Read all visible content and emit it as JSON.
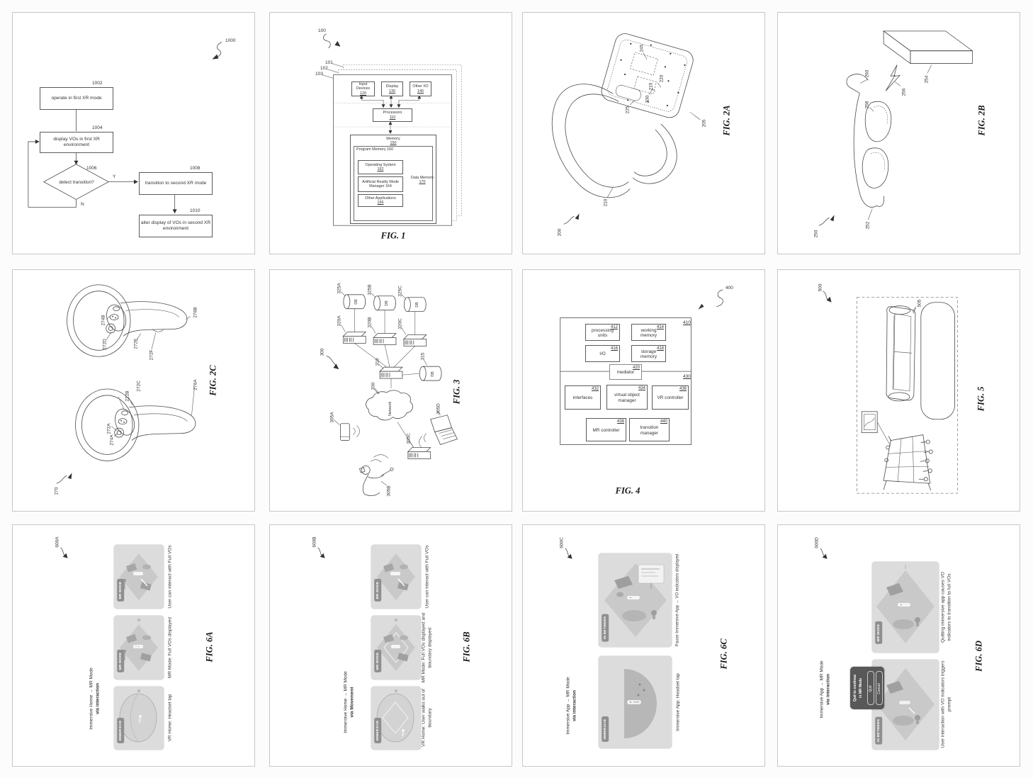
{
  "flowchart": {
    "ref": "1000",
    "yes": "Y",
    "no": "N",
    "steps": {
      "s1002": {
        "num": "1002",
        "label": "operate in first XR mode"
      },
      "s1004": {
        "num": "1004",
        "label": "display VOs in first XR environment"
      },
      "s1006": {
        "num": "1006",
        "label": "detect transition?"
      },
      "s1008": {
        "num": "1008",
        "label": "transition to second XR mode"
      },
      "s1010": {
        "num": "1010",
        "label": "alter display of VOs in second XR environment"
      }
    }
  },
  "fig1": {
    "caption": "FIG. 1",
    "ref": "100",
    "pages": {
      "p1": "101",
      "p2": "102",
      "p3": "103"
    },
    "input_label": "Input Devices",
    "input_num": "120",
    "display_label": "Display",
    "display_num": "130",
    "otherio_label": "Other I/O",
    "otherio_num": "140",
    "proc_label": "Processors",
    "proc_num": "110",
    "memory_label": "Memory",
    "memory_num": "150",
    "program_memory": "Program Memory 160",
    "os_label": "Operating System",
    "os_num": "162",
    "armm": "Artificial Reality Mode Manager 164",
    "apps_label": "Other Applications",
    "apps_num": "166",
    "data_label": "Data Memory",
    "data_num": "170"
  },
  "fig2a": {
    "caption": "FIG. 2A",
    "ref": "200",
    "n205": "205",
    "n210": "210",
    "n215": "215",
    "n220": "220",
    "n225": "225",
    "n230": "230",
    "n245": "245"
  },
  "fig2b": {
    "caption": "FIG. 2B",
    "ref": "250",
    "n252": "252",
    "n254": "254",
    "n256": "256",
    "n258": "258",
    "n260": "260"
  },
  "fig2c": {
    "caption": "FIG. 2C",
    "ref": "270",
    "n272a": "272A",
    "n272b": "272B",
    "n272c": "272C",
    "n272d": "272D",
    "n272e": "272E",
    "n272f": "272F",
    "n274a": "274A",
    "n274b": "274B",
    "n276a": "276A",
    "n276b": "276B"
  },
  "fig3": {
    "caption": "FIG. 3",
    "ref": "300",
    "network": "Network",
    "db": "DB",
    "n305a": "305A",
    "n305b": "305B",
    "n305c": "305C",
    "n305d": "305D",
    "n310": "310",
    "n315": "315",
    "n320a": "320A",
    "n320b": "320B",
    "n320c": "320C",
    "n325a": "325A",
    "n325b": "325B",
    "n325c": "325C",
    "n330": "330"
  },
  "fig4": {
    "caption": "FIG. 4",
    "ref": "400",
    "n410": "410",
    "n430": "430",
    "boxes": {
      "processing": {
        "num": "412",
        "label": "processing units"
      },
      "working": {
        "num": "414",
        "label": "working memory"
      },
      "io": {
        "num": "416",
        "label": "I/O"
      },
      "storage": {
        "num": "418",
        "label": "storage memory"
      },
      "mediator": {
        "num": "420",
        "label": "mediator"
      },
      "interfaces": {
        "num": "432",
        "label": "interfaces"
      },
      "vom": {
        "num": "434",
        "label": "virtual object manager"
      },
      "vr": {
        "num": "436",
        "label": "VR controller"
      },
      "mr": {
        "num": "438",
        "label": "MR controller"
      },
      "transition": {
        "num": "440",
        "label": "transition manager"
      }
    }
  },
  "fig5": {
    "caption": "FIG. 5",
    "ref": "500",
    "n505": "505"
  },
  "fig6a": {
    "caption": "FIG. 6A",
    "ref": "600A",
    "title1": "Immersive Home → MR Mode",
    "title2": "via interaction",
    "badge1": "IMMERSIVE",
    "badge2": "MR MODE",
    "badge3": "MR MODE",
    "cap1": "VR Home: Headset tap",
    "cap2": "MR Mode: Full VOs displayed",
    "cap3": "User can interact with Full VOs"
  },
  "fig6b": {
    "caption": "FIG. 6B",
    "ref": "600B",
    "title1": "Immersive Home → MR Mode",
    "title2": "via Movement",
    "badge1": "IMMERSIVE",
    "badge2": "MR MODE",
    "badge3": "MR MODE",
    "cap1a": "VR Home: User walks out of",
    "cap1b": "boundary",
    "cap2a": "MR Mode: Full VOs displayed and",
    "cap2b": "boundary displayed",
    "cap3": "User can interact with Full VOs"
  },
  "fig6c": {
    "caption": "FIG. 6C",
    "ref": "600C",
    "title1": "Immersive App → MR Mode",
    "title2": "via interaction",
    "badge1": "IMMERSIVE",
    "badge2": "IN BETWEEN",
    "cap1": "Immersive App:  Headset tap",
    "cap2": "Pause Immersive App → VO indicators displayed"
  },
  "fig6d": {
    "caption": "FIG. 6D",
    "ref": "600D",
    "title1": "Immersive App → MR Mode",
    "title2": "via interaction",
    "badge1": "IN BETWEEN",
    "badge2": "MR MODE",
    "cap1a": "User interaction with VO indicators triggers",
    "cap1b": "prompt",
    "cap2a": "Quitting immersive app causes VO",
    "cap2b": "indicators to transition to full VOs",
    "dialog": {
      "line1": "Quit to continue",
      "line2": "in MR Mode",
      "quit": "Quit",
      "cancel": "Cancel"
    }
  }
}
